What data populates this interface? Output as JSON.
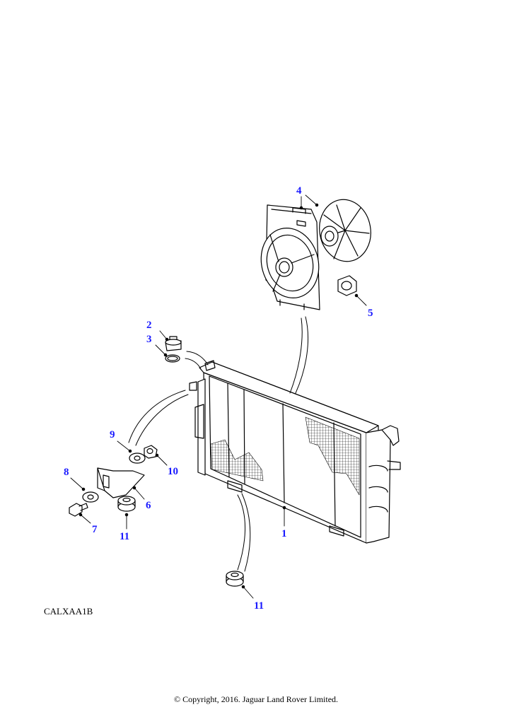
{
  "diagram_ref": "CALXAA1B",
  "copyright": "© Copyright, 2016. Jaguar Land Rover Limited.",
  "callout_color": "#1a1aff",
  "callouts": [
    {
      "id": "1",
      "name": "radiator"
    },
    {
      "id": "2",
      "name": "bleed-plug"
    },
    {
      "id": "3",
      "name": "o-ring"
    },
    {
      "id": "4",
      "name": "fan-cowl-assembly"
    },
    {
      "id": "5",
      "name": "nut"
    },
    {
      "id": "6",
      "name": "mounting-bracket"
    },
    {
      "id": "7",
      "name": "bolt"
    },
    {
      "id": "8",
      "name": "washer"
    },
    {
      "id": "9",
      "name": "washer"
    },
    {
      "id": "10",
      "name": "nut"
    },
    {
      "id": "11",
      "name": "rubber-mounting"
    },
    {
      "id": "11",
      "name": "rubber-mounting"
    }
  ]
}
